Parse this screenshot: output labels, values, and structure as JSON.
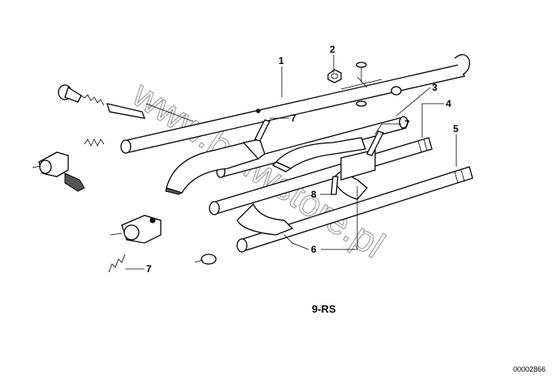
{
  "labels": {
    "l1": "1",
    "l2": "2",
    "l3": "3",
    "l4": "4",
    "l5": "5",
    "l6": "6",
    "l7a": "7",
    "l7b": "7",
    "l7c": "7",
    "l8": "8"
  },
  "group_code": "9-RS",
  "image_ref": "00002866",
  "watermark": "www.bmwstore.pl",
  "colors": {
    "line": "#000000",
    "watermark": "#9a9a9a",
    "background": "#ffffff"
  }
}
